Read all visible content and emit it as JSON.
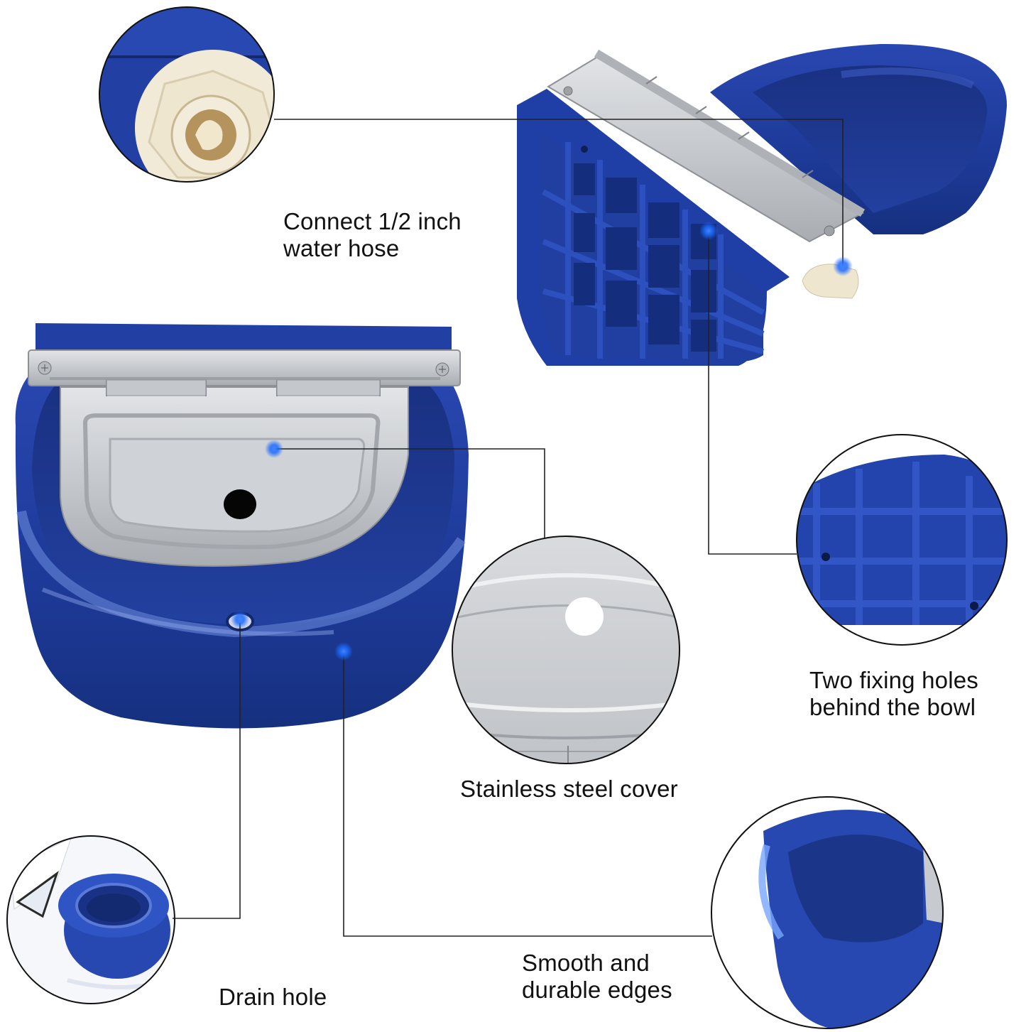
{
  "infographic": {
    "subject": "Automatic float valve water bowl",
    "colors": {
      "bowl_blue": "#1f3d9e",
      "bowl_blue_dark": "#14286e",
      "bowl_highlight": "#6f8fe0",
      "steel": "#c9ccd0",
      "steel_dark": "#9a9ea4",
      "fitting_cream": "#efe6cf",
      "marker_glow": "#1e6bff",
      "connector_line": "#222222",
      "circle_border": "#111111",
      "text": "#111111",
      "background": "#ffffff"
    },
    "callouts": [
      {
        "id": "hose",
        "line1": "Connect 1/2 inch",
        "line2": "water hose"
      },
      {
        "id": "fixing",
        "line1": "Two fixing holes",
        "line2": "behind the bowl"
      },
      {
        "id": "cover",
        "line1": "Stainless steel cover"
      },
      {
        "id": "edges",
        "line1": "Smooth and",
        "line2": "durable edges"
      },
      {
        "id": "drain",
        "line1": "Drain hole"
      }
    ]
  }
}
